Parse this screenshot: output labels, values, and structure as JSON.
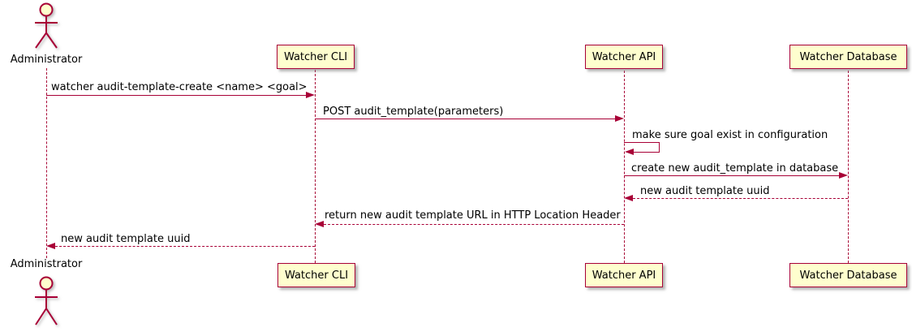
{
  "diagram_type": "sequence-diagram",
  "colors": {
    "participant_fill": "#FEFECE",
    "line_color": "#A80036",
    "text_color": "#000000",
    "background": "#FFFFFF"
  },
  "actor": {
    "label": "Administrator"
  },
  "participants": [
    {
      "label": "Watcher CLI"
    },
    {
      "label": "Watcher API"
    },
    {
      "label": "Watcher Database"
    }
  ],
  "messages": [
    {
      "from": "Administrator",
      "to": "Watcher CLI",
      "label": "watcher audit-template-create <name> <goal>",
      "line": "solid"
    },
    {
      "from": "Watcher CLI",
      "to": "Watcher API",
      "label": "POST audit_template(parameters)",
      "line": "solid"
    },
    {
      "from": "Watcher API",
      "to": "Watcher API",
      "label": "make sure goal exist in configuration",
      "line": "solid",
      "self_message": true
    },
    {
      "from": "Watcher API",
      "to": "Watcher Database",
      "label": "create new audit_template in database",
      "line": "solid"
    },
    {
      "from": "Watcher Database",
      "to": "Watcher API",
      "label": "new audit template uuid",
      "line": "dashed"
    },
    {
      "from": "Watcher API",
      "to": "Watcher CLI",
      "label": "return new audit template URL in HTTP Location Header",
      "line": "dashed"
    },
    {
      "from": "Watcher CLI",
      "to": "Administrator",
      "label": "new audit template uuid",
      "line": "dashed"
    }
  ]
}
